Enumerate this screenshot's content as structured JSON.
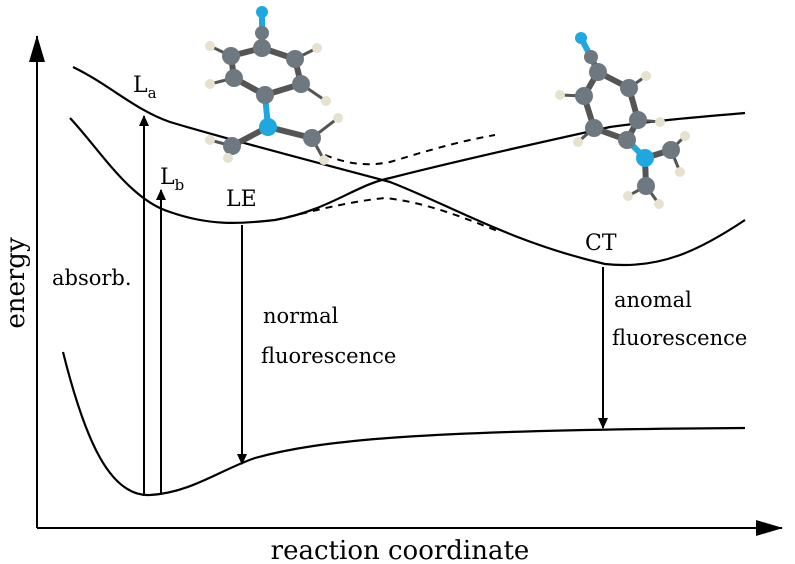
{
  "axes": {
    "x_label": "reaction coordinate",
    "y_label": "energy"
  },
  "states": {
    "la": {
      "main": "L",
      "sub": "a"
    },
    "lb": {
      "main": "L",
      "sub": "b"
    },
    "le": "LE",
    "ct": "CT"
  },
  "annotations": {
    "absorption": "absorb.",
    "normal_fl_line1": "normal",
    "normal_fl_line2": "fluorescence",
    "anomal_fl_line1": "anomal",
    "anomal_fl_line2": "fluorescence"
  },
  "colors": {
    "carbon": "#6e7880",
    "nitrogen": "#1fa8e0",
    "hydrogen": "#e6e2cf",
    "ink": "#000000"
  },
  "icons": [
    "molecule-planar-icon",
    "molecule-twisted-icon"
  ]
}
